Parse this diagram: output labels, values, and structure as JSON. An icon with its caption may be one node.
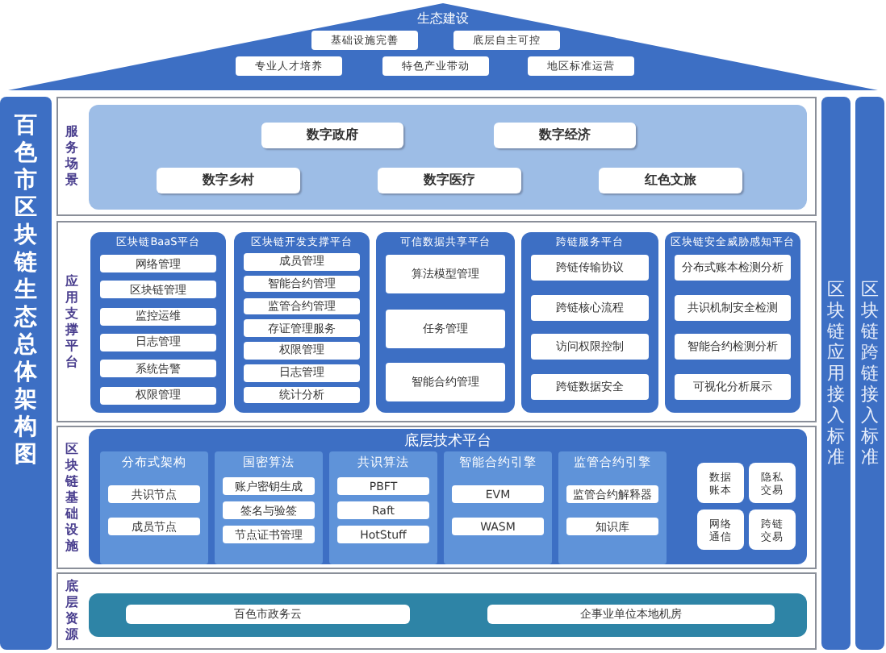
{
  "diagram": {
    "nodes": [
      {
        "text": [
          "生态建设"
        ]
      },
      {
        "text": [
          "基础设施完善"
        ],
        "in": 0
      },
      {
        "text": [
          "底层自主可控"
        ],
        "in": 0
      },
      {
        "text": [
          "专业人才培养"
        ],
        "in": 0
      },
      {
        "text": [
          "特色产业带动"
        ],
        "in": 0
      },
      {
        "text": [
          "地区标准运营"
        ],
        "in": 0
      },
      {
        "text": [
          "百色市区块链生态总体架构图"
        ]
      },
      {
        "text": [
          "服务场景"
        ]
      },
      {
        "text": [],
        "shape": "box",
        "in": 7
      },
      {
        "text": [
          "数字政府"
        ],
        "in": 8
      },
      {
        "text": [
          "数字经济"
        ],
        "in": 8
      },
      {
        "text": [
          "数字乡村"
        ],
        "in": 8
      },
      {
        "text": [
          "数字医疗"
        ],
        "in": 8
      },
      {
        "text": [
          "红色文旅"
        ],
        "in": 8
      },
      {
        "text": [
          "应用支撑平台"
        ]
      },
      {
        "text": [
          "区块链BaaS平台"
        ],
        "in": 14
      },
      {
        "text": [
          "网络管理"
        ],
        "in": 15
      },
      {
        "text": [
          "区块链管理"
        ],
        "in": 15
      },
      {
        "text": [
          "监控运维"
        ],
        "in": 15
      },
      {
        "text": [
          "日志管理"
        ],
        "in": 15
      },
      {
        "text": [
          "系统告警"
        ],
        "in": 15
      },
      {
        "text": [
          "权限管理"
        ],
        "in": 15
      },
      {
        "text": [
          "区块链开发支撑平台"
        ],
        "in": 14
      },
      {
        "text": [
          "成员管理"
        ],
        "in": 22
      },
      {
        "text": [
          "智能合约管理"
        ],
        "in": 22
      },
      {
        "text": [
          "监管合约管理"
        ],
        "in": 22
      },
      {
        "text": [
          "存证管理服务"
        ],
        "in": 22
      },
      {
        "text": [
          "权限管理"
        ],
        "in": 22
      },
      {
        "text": [
          "日志管理"
        ],
        "in": 22
      },
      {
        "text": [
          "统计分析"
        ],
        "in": 22
      },
      {
        "text": [
          "可信数据共享平台"
        ],
        "in": 14
      },
      {
        "text": [
          "算法模型管理"
        ],
        "in": 30
      },
      {
        "text": [
          "任务管理"
        ],
        "in": 30
      },
      {
        "text": [
          "智能合约管理"
        ],
        "in": 30
      },
      {
        "text": [
          "跨链服务平台"
        ],
        "in": 14
      },
      {
        "text": [
          "跨链传输协议"
        ],
        "in": 34
      },
      {
        "text": [
          "跨链核心流程"
        ],
        "in": 34
      },
      {
        "text": [
          "访问权限控制"
        ],
        "in": 34
      },
      {
        "text": [
          "跨链数据安全"
        ],
        "in": 34
      },
      {
        "text": [
          "区块链安全威胁感知平台"
        ],
        "in": 14
      },
      {
        "text": [
          "分布式账本检测分析"
        ],
        "in": 39
      },
      {
        "text": [
          "共识机制安全检测"
        ],
        "in": 39
      },
      {
        "text": [
          "智能合约检测分析"
        ],
        "in": 39
      },
      {
        "text": [
          "可视化分析展示"
        ],
        "in": 39
      },
      {
        "text": [
          "区块链基础设施"
        ]
      },
      {
        "text": [
          "底层技术平台"
        ],
        "in": 44
      },
      {
        "text": [
          "分布式架构"
        ],
        "in": 45
      },
      {
        "text": [
          "共识节点"
        ],
        "in": 46
      },
      {
        "text": [
          "成员节点"
        ],
        "in": 46
      },
      {
        "text": [
          "国密算法"
        ],
        "in": 45
      },
      {
        "text": [
          "账户密钥生成"
        ],
        "in": 49
      },
      {
        "text": [
          "签名与验签"
        ],
        "in": 49
      },
      {
        "text": [
          "节点证书管理"
        ],
        "in": 49
      },
      {
        "text": [
          "共识算法"
        ],
        "in": 45
      },
      {
        "text": [
          "PBFT"
        ],
        "in": 53
      },
      {
        "text": [
          "Raft"
        ],
        "in": 53
      },
      {
        "text": [
          "HotStuff"
        ],
        "in": 53
      },
      {
        "text": [
          "智能合约引擎"
        ],
        "in": 45
      },
      {
        "text": [
          "EVM"
        ],
        "in": 57
      },
      {
        "text": [
          "WASM"
        ],
        "in": 57
      },
      {
        "text": [
          "监管合约引擎"
        ],
        "in": 45
      },
      {
        "text": [
          "监管合约解释器"
        ],
        "in": 60
      },
      {
        "text": [
          "知识库"
        ],
        "in": 60
      },
      {
        "text": [
          "数据账本"
        ],
        "in": 45
      },
      {
        "text": [
          "隐私交易"
        ],
        "in": 45
      },
      {
        "text": [
          "网络通信"
        ],
        "in": 45
      },
      {
        "text": [
          "跨链交易"
        ],
        "in": 45
      },
      {
        "text": [
          "底层资源"
        ]
      },
      {
        "text": [],
        "shape": "box",
        "in": 67
      },
      {
        "text": [
          "百色市政务云"
        ],
        "in": 68
      },
      {
        "text": [
          "企事业单位本地机房"
        ],
        "in": 68
      },
      {
        "text": [
          "区块链应用接入标准"
        ]
      },
      {
        "text": [
          "区块链跨链接入标准"
        ]
      }
    ]
  }
}
